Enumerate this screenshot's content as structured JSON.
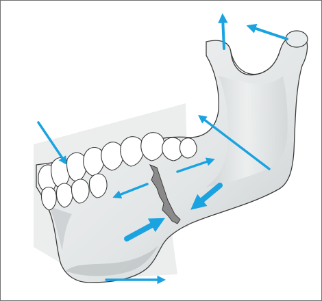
{
  "figure": {
    "subject": "mandible-fracture-force-vectors",
    "colors": {
      "arrow": "#1aa3e0",
      "bone_light": "#eef0f0",
      "bone_shade": "#bfc4c6",
      "outline": "#3a3a3a",
      "background_panel": "#eceeee",
      "fracture_fill": "#8a8a8a"
    },
    "arrows": [
      {
        "name": "arrow-condyle-vertical",
        "direction": "up"
      },
      {
        "name": "arrow-condyle-anterior",
        "direction": "left"
      },
      {
        "name": "arrow-molar-down",
        "direction": "down-right"
      },
      {
        "name": "arrow-coronoid-upward",
        "direction": "up-left"
      },
      {
        "name": "arrow-distal-segment",
        "direction": "right"
      },
      {
        "name": "arrow-proximal-segment",
        "direction": "left"
      },
      {
        "name": "arrow-fracture-upper",
        "direction": "down-left"
      },
      {
        "name": "arrow-fracture-lower",
        "direction": "up-right"
      },
      {
        "name": "arrow-inferior-border",
        "direction": "right"
      }
    ]
  }
}
